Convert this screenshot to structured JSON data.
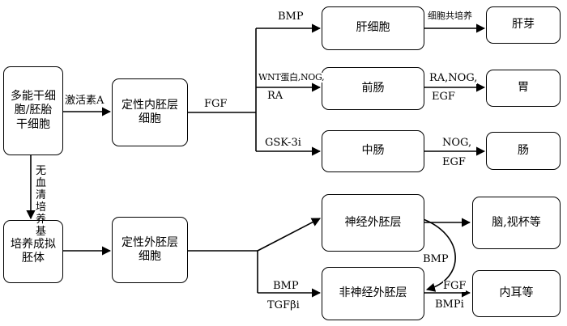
{
  "nodes": {
    "pluripotent": "多能干细胞/胚胎干细胞",
    "definitive_endoderm": "定性内胚层细胞",
    "hepatocyte": "肝细胞",
    "liver_bud": "肝芽",
    "foregut": "前肠",
    "stomach": "胃",
    "midgut": "中肠",
    "intestine": "肠",
    "embryoid_body": "培养成拟胚体",
    "definitive_ectoderm": "定性外胚层细胞",
    "neural_ectoderm": "神经外胚层",
    "brain_optic_cup": "脑,视杯等",
    "non_neural_ectoderm": "非神经外胚层",
    "inner_ear": "内耳等"
  },
  "edge_labels": {
    "activin_a": "激活素A",
    "fgf": "FGF",
    "bmp_liver": "BMP",
    "coculture": "细胞共培养",
    "wnt": "WNT蛋白,NOG,",
    "ra": "RA",
    "ra_nog": "RA,NOG,",
    "egf_stomach": "EGF",
    "gsk3i": "GSK-3i",
    "nog": "NOG,",
    "egf_intestine": "EGF",
    "serum_free": "无血清培养基",
    "bmp_side": "BMP",
    "bmp_lower": "BMP",
    "tgf": "TGFβi",
    "fgf_inner": "FGF",
    "bmpi": "BMPi"
  }
}
